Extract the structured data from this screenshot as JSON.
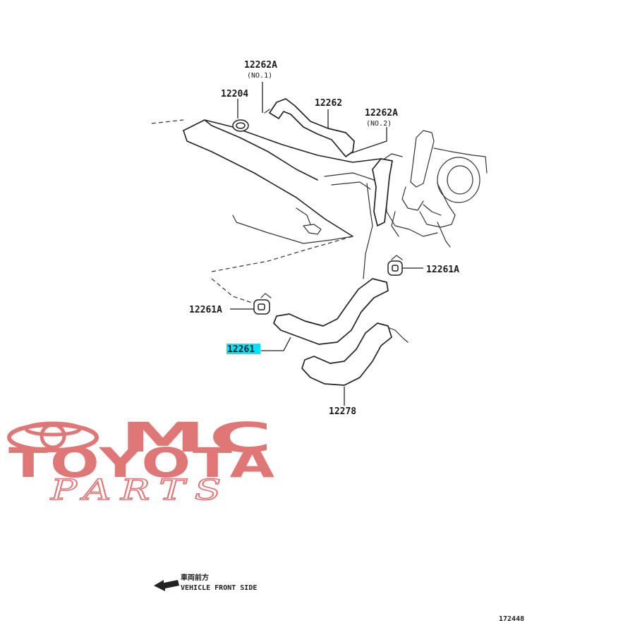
{
  "callouts": {
    "c_12262A_1": {
      "part": "12262A",
      "note": "(NO.1)"
    },
    "c_12204": {
      "part": "12204"
    },
    "c_12262": {
      "part": "12262"
    },
    "c_12262A_2": {
      "part": "12262A",
      "note": "(NO.2)"
    },
    "c_12261A_right": {
      "part": "12261A"
    },
    "c_12261A_left": {
      "part": "12261A"
    },
    "c_12261": {
      "part": "12261",
      "highlight_color": "#00e5ff"
    },
    "c_12278": {
      "part": "12278"
    }
  },
  "watermark": {
    "line1": "MC",
    "line2": "TOYOTA",
    "line3": "PARTS",
    "color": "#e07777"
  },
  "front_indicator": {
    "jp_text": "車両前方",
    "en_text": "VEHICLE FRONT SIDE"
  },
  "diagram_code": "172448"
}
